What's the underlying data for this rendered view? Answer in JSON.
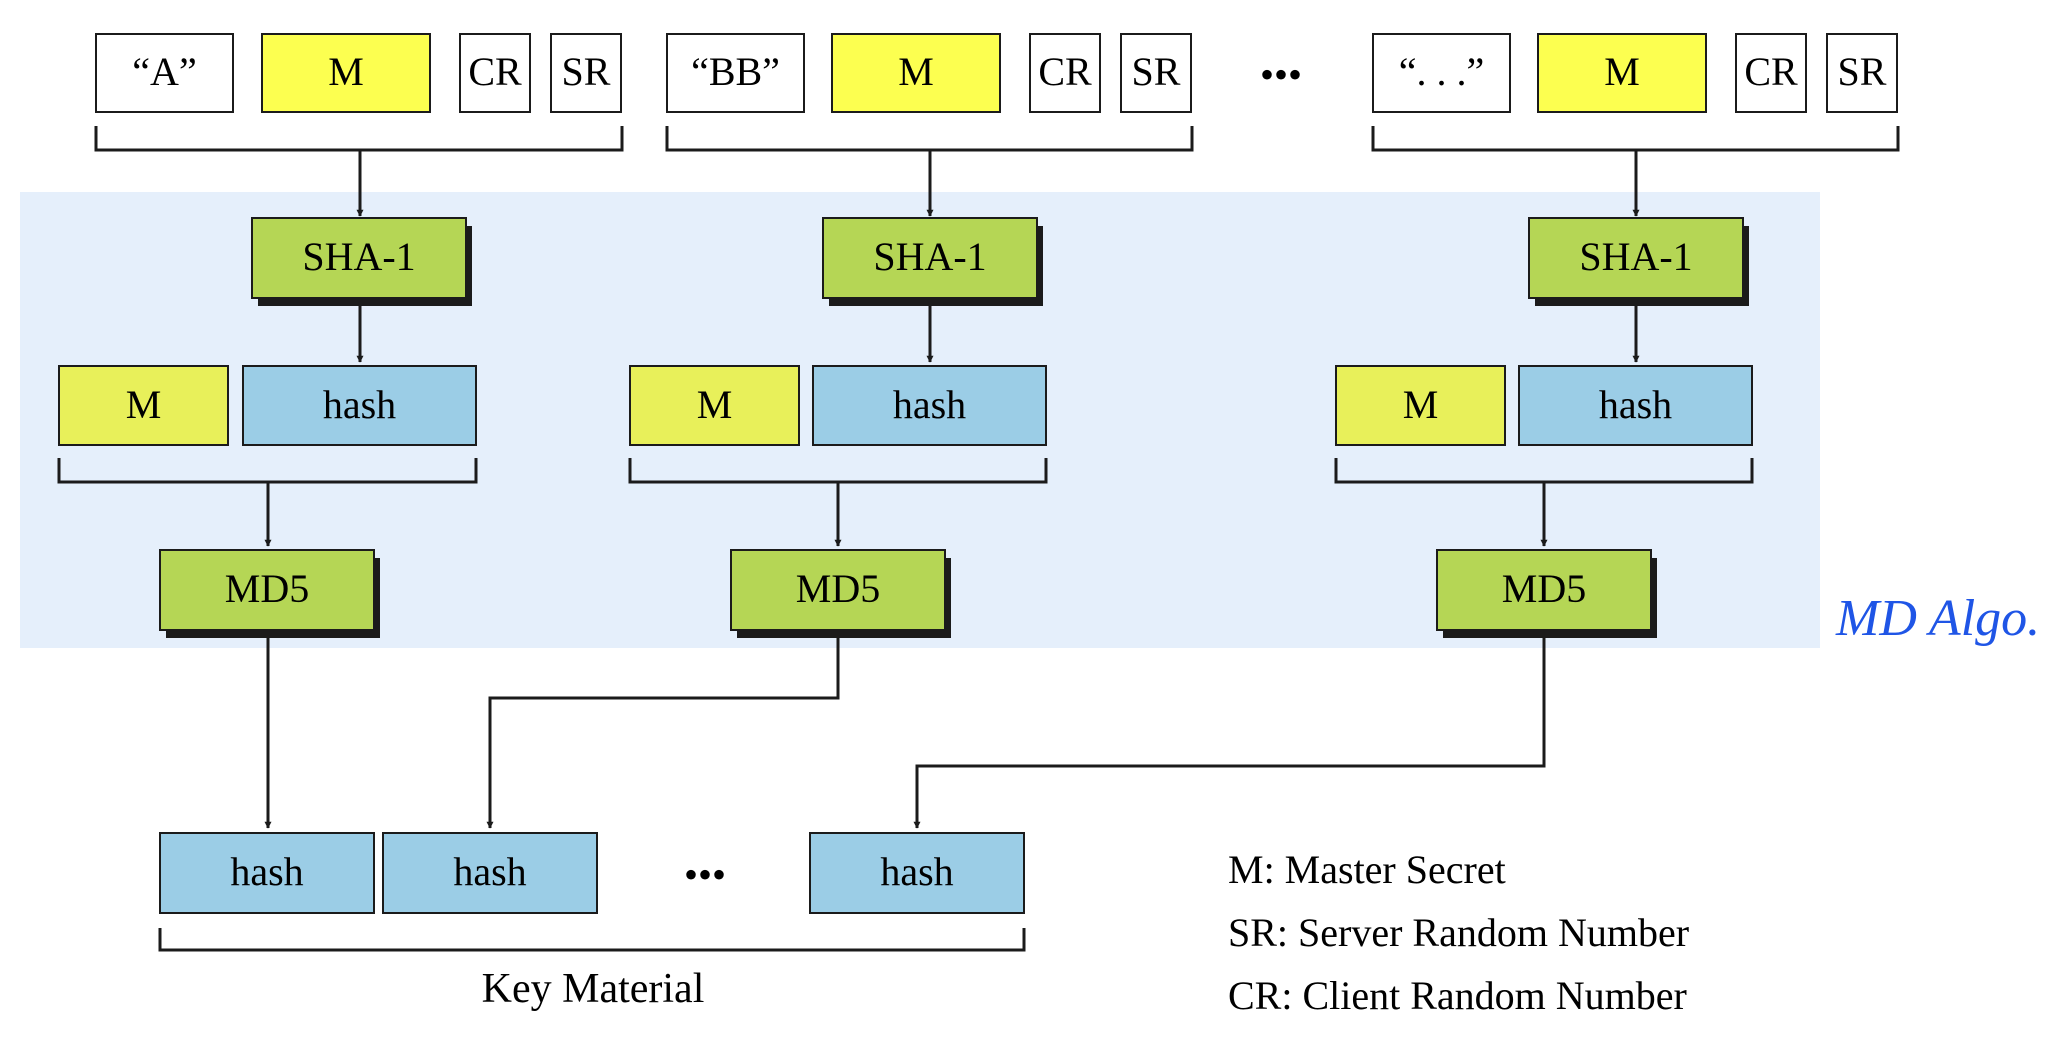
{
  "colors": {
    "panel": "#e5effb",
    "white_box": "#ffffff",
    "yellow_bright": "#fcff50",
    "yellow_soft": "#e8f05a",
    "hash_green": "#b5d655",
    "hash_blue": "#9bcde6",
    "line": "#1b1b1b",
    "annotation": "#1f55e6"
  },
  "groups": [
    {
      "label_input": "“A”",
      "label_m": "M",
      "label_cr": "CR",
      "label_sr": "SR",
      "label_sha": "SHA-1",
      "label_m2": "M",
      "label_hash": "hash",
      "label_md5": "MD5"
    },
    {
      "label_input": "“BB”",
      "label_m": "M",
      "label_cr": "CR",
      "label_sr": "SR",
      "label_sha": "SHA-1",
      "label_m2": "M",
      "label_hash": "hash",
      "label_md5": "MD5"
    },
    {
      "label_input": "“. . .”",
      "label_m": "M",
      "label_cr": "CR",
      "label_sr": "SR",
      "label_sha": "SHA-1",
      "label_m2": "M",
      "label_hash": "hash",
      "label_md5": "MD5"
    }
  ],
  "top_ellipsis": "•••",
  "output": {
    "hash_labels": [
      "hash",
      "hash",
      "hash"
    ],
    "ellipsis": "•••",
    "key_material_label": "Key Material"
  },
  "legend": [
    "M: Master Secret",
    "SR: Server Random Number",
    "CR: Client Random Number"
  ],
  "annotation": "MD Algo."
}
